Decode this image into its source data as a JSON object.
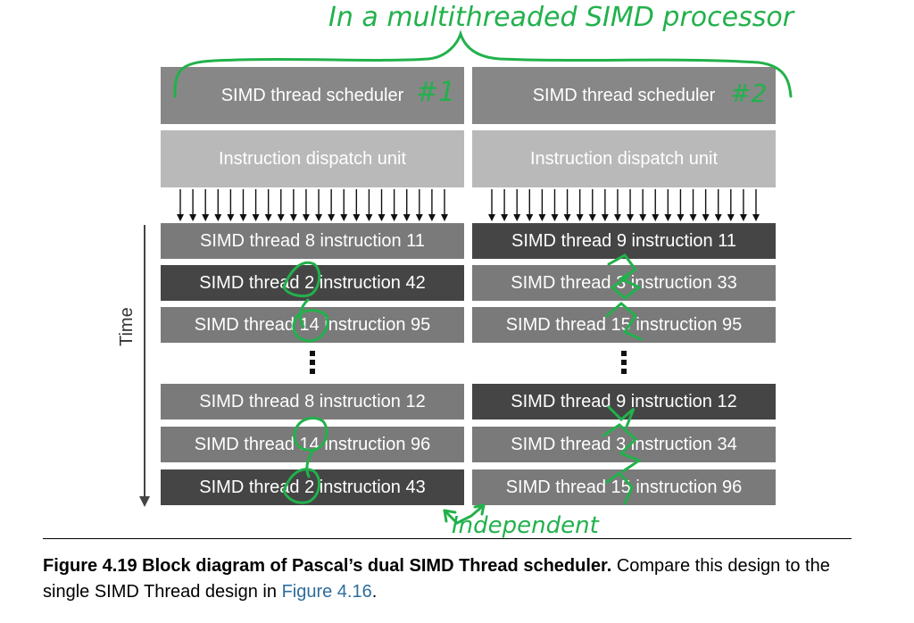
{
  "annotation_top": "In a multithreaded SIMD processor",
  "annotation_bottom": "Independent",
  "left": {
    "scheduler": "SIMD thread scheduler",
    "scheduler_mark": "#1",
    "dispatch": "Instruction dispatch unit",
    "rows": [
      "SIMD thread 8 instruction 11",
      "SIMD thread 2 instruction 42",
      "SIMD thread 14 instruction 95",
      "SIMD thread 8 instruction 12",
      "SIMD thread 14 instruction 96",
      "SIMD thread 2 instruction 43"
    ]
  },
  "right": {
    "scheduler": "SIMD thread scheduler",
    "scheduler_mark": "#2",
    "dispatch": "Instruction dispatch unit",
    "rows": [
      "SIMD thread 9 instruction 11",
      "SIMD thread 3 instruction 33",
      "SIMD thread 15 instruction 95",
      "SIMD thread 9 instruction 12",
      "SIMD thread 3 instruction 34",
      "SIMD thread 15 instruction 96"
    ]
  },
  "axis_label": "Time",
  "caption": {
    "figure": "Figure 4.19",
    "title": "Block diagram of Pascal’s dual SIMD Thread scheduler.",
    "text": "Compare this design to the single SIMD Thread design in",
    "link": "Figure 4.16",
    "end": "."
  }
}
